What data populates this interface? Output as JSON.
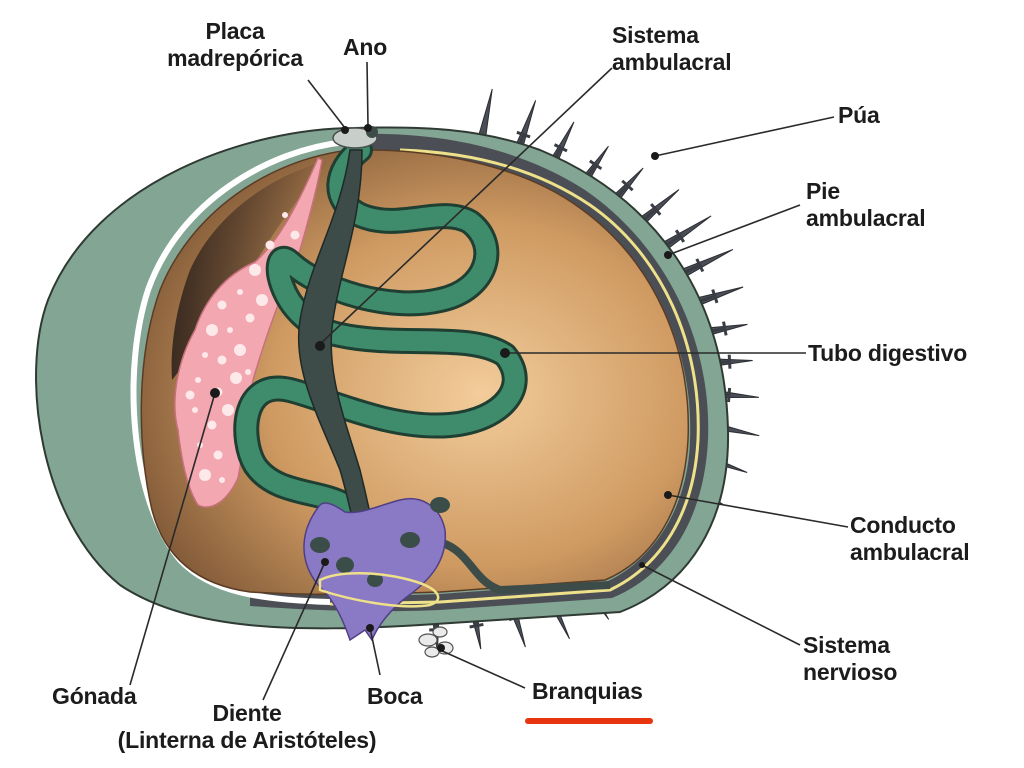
{
  "labels": {
    "placa": [
      "Placa",
      "madrepórica"
    ],
    "ano": "Ano",
    "sistema_ambulacral": [
      "Sistema",
      "ambulacral"
    ],
    "pua": "Púa",
    "pie_ambulacral": [
      "Pie",
      "ambulacral"
    ],
    "tubo_digestivo": "Tubo digestivo",
    "conducto_ambulacral": [
      "Conducto",
      "ambulacral"
    ],
    "sistema_nervioso": [
      "Sistema",
      "nervioso"
    ],
    "branquias": "Branquias",
    "boca": "Boca",
    "diente": [
      "Diente",
      "(Linterna de Aristóteles)"
    ],
    "gonada": "Gónada"
  },
  "highlight": {
    "target": "Branquias",
    "color": "#e8340f"
  },
  "colors": {
    "shell": "#82a492",
    "body_cavity": "#c08a52",
    "gonad": "#f2a7b0",
    "gut": "#3f8c6c",
    "lantern": "#8a79c4",
    "spines": "#4a4d55"
  }
}
